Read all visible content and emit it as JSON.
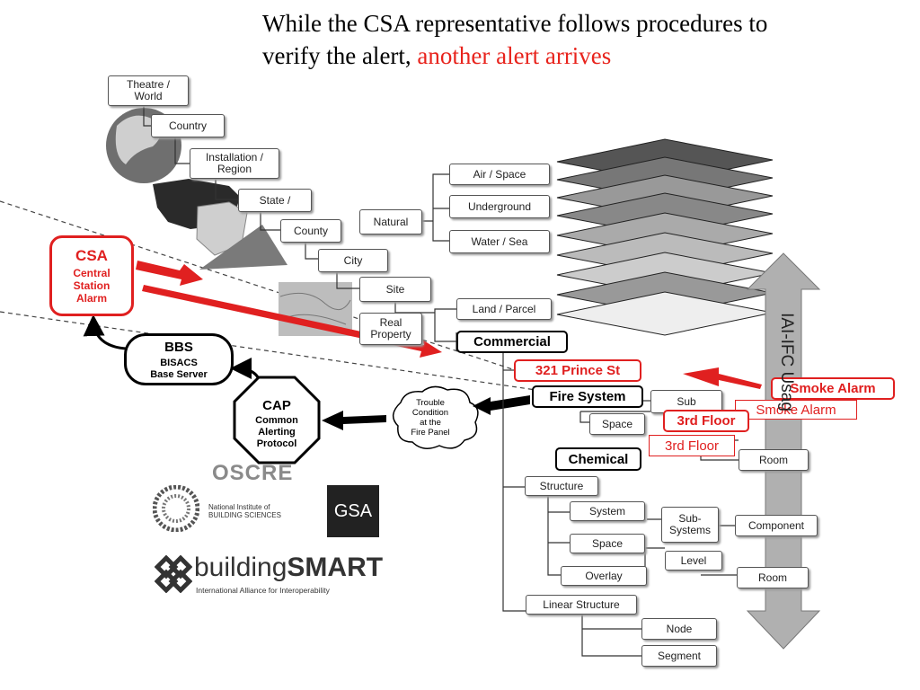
{
  "title": {
    "line1": "While the CSA representative follows procedures to",
    "line2_prefix": "verify the alert, ",
    "line2_highlight": "another alert arrives",
    "highlight_color": "#e8231c"
  },
  "left_chain": {
    "csa": {
      "title": "CSA",
      "subtitle": "Central\nStation\nAlarm"
    },
    "bbs": {
      "title": "BBS",
      "subtitle": "BISACS\nBase Server"
    },
    "cap": {
      "title": "CAP",
      "subtitle": "Common\nAlerting\nProtocol"
    },
    "trouble": "Trouble\nCondition\nat the\nFire Panel"
  },
  "geo_hierarchy": [
    "Theatre /\nWorld",
    "Country",
    "Installation /\nRegion",
    "State /",
    "County",
    "City",
    "Site"
  ],
  "natural": {
    "label": "Natural",
    "children": [
      "Air / Space",
      "Underground",
      "Water / Sea"
    ]
  },
  "real_property": {
    "label": "Real\nProperty",
    "land": "Land / Parcel",
    "commercial": "Commercial"
  },
  "alert_labels": {
    "address": "321 Prince St",
    "fire_system": "Fire System",
    "sub_fragment": "Sub",
    "space": "Space",
    "third_floor_bold": "3rd Floor",
    "third_floor": "3rd Floor",
    "smoke_alarm_bold": "Smoke Alarm",
    "smoke_alarm": "Smoke Alarm",
    "chemical": "Chemical",
    "room_top": "Room"
  },
  "structure": {
    "label": "Structure",
    "system": "System",
    "space": "Space",
    "overlay": "Overlay",
    "sub_systems": "Sub-\nSystems",
    "component": "Component",
    "level": "Level",
    "room": "Room"
  },
  "linear": {
    "label": "Linear Structure",
    "node": "Node",
    "segment": "Segment"
  },
  "usage_arrow": "IAI-IFC Usag",
  "logos": {
    "oscre": "OSCRE",
    "nibs_line1": "National Institute of",
    "nibs_line2": "BUILDING SCIENCES",
    "gsa": "GSA",
    "bs_light": "building",
    "bs_bold": "SMART",
    "bs_tag": "International Alliance for Interoperability"
  },
  "colors": {
    "alert_red": "#e02020",
    "arrow_gray": "#b0b0b0"
  }
}
